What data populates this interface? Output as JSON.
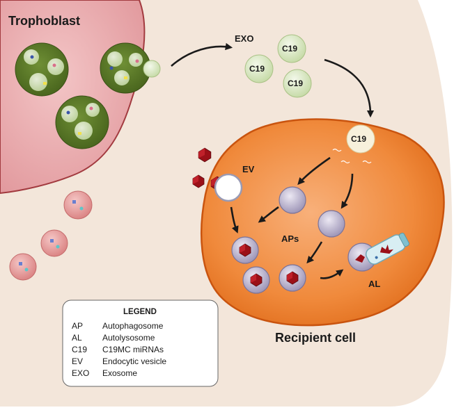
{
  "labels": {
    "trophoblast": "Trophoblast",
    "exo": "EXO",
    "c19": "C19",
    "ev": "EV",
    "aps": "APs",
    "al": "AL",
    "recipient": "Recipient cell"
  },
  "legend": {
    "title": "LEGEND",
    "entries": [
      {
        "abbr": "AP",
        "desc": "Autophagosome"
      },
      {
        "abbr": "AL",
        "desc": "Autolysosome"
      },
      {
        "abbr": "C19",
        "desc": "C19MC miRNAs"
      },
      {
        "abbr": "EV",
        "desc": "Endocytic vesicle"
      },
      {
        "abbr": "EXO",
        "desc": "Exosome"
      }
    ]
  },
  "colors": {
    "background": "#f3e6da",
    "trophoblast_fill": "#e9a9ac",
    "trophoblast_border": "#a23a3f",
    "mvb_fill": "#5c7a2a",
    "exosome_fill": "#dce9c5",
    "recipient_fill": "#f08a3c",
    "recipient_border": "#c9540f",
    "vesicle_fill": "#c9c3d8",
    "cargo_red": "#9b1018"
  }
}
